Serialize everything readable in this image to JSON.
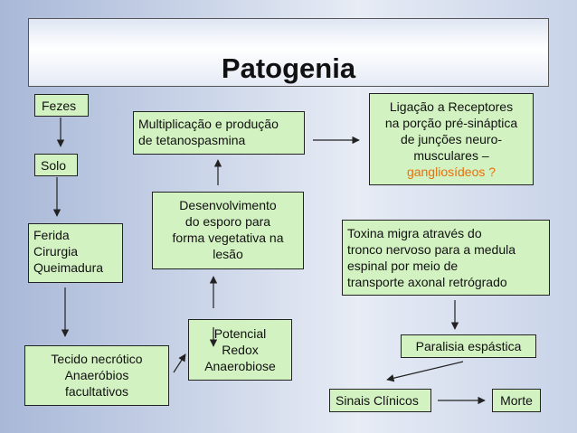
{
  "title": "Patogenia",
  "boxes": {
    "fezes": [
      "Fezes"
    ],
    "solo": [
      "Solo"
    ],
    "ferida": [
      "Ferida",
      "Cirurgia",
      "Queimadura"
    ],
    "tecido": [
      "Tecido necrótico",
      "Anaeróbios",
      "facultativos"
    ],
    "potencial": [
      "Potencial",
      "Redox",
      "Anaerobiose"
    ],
    "desenvolvimento": [
      "Desenvolvimento",
      "do esporo para",
      "forma vegetativa na",
      "lesão"
    ],
    "multiplicacao": [
      "Multiplicação e produção",
      "de tetanospasmina"
    ],
    "ligacao": [
      "Ligação a Receptores",
      "na porção pré-sináptica",
      "de junções neuro-",
      "musculares –"
    ],
    "ligacao_highlight": "gangliosídeos ?",
    "toxina": [
      "Toxina migra através do",
      "tronco nervoso para a medula",
      "espinal por meio de",
      "transporte axonal retrógrado"
    ],
    "paralisia": [
      "Paralisia espástica"
    ],
    "sinais": [
      "Sinais Clínicos"
    ],
    "morte": [
      "Morte"
    ]
  },
  "colors": {
    "box_fill": "#d3f2c2",
    "highlight": "#e7700d",
    "arrow": "#222222"
  }
}
